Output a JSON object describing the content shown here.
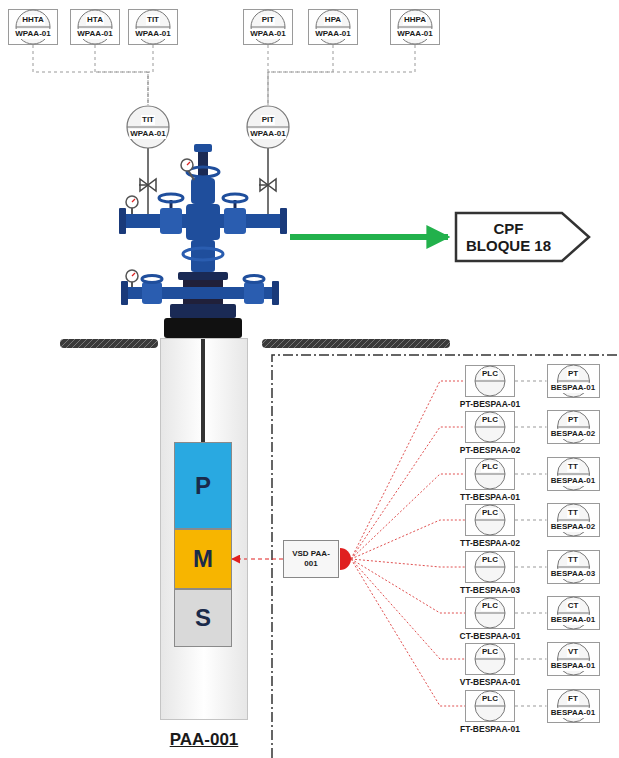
{
  "diagram": {
    "nodes": [
      {
        "text": [
          "HHTA",
          "WPAA-01"
        ]
      },
      {
        "text": [
          "HTA",
          "WPAA-01"
        ]
      },
      {
        "text": [
          "TIT",
          "WPAA-01"
        ]
      },
      {
        "text": [
          "PIT",
          "WPAA-01"
        ]
      },
      {
        "text": [
          "HPA",
          "WPAA-01"
        ]
      },
      {
        "text": [
          "HHPA",
          "WPAA-01"
        ]
      },
      {
        "text": [
          "TIT",
          "WPAA-01"
        ]
      },
      {
        "text": [
          "PIT",
          "WPAA-01"
        ]
      },
      {
        "text": [
          "CPF BLOQUE 18"
        ]
      },
      {
        "text": [
          "PAA-001"
        ]
      },
      {
        "text": [
          "P"
        ],
        "in": 9
      },
      {
        "text": [
          "M"
        ],
        "in": 9
      },
      {
        "text": [
          "S"
        ],
        "in": 9
      },
      {
        "text": [
          "VSD PAA-001"
        ]
      },
      {
        "text": [
          "PLC",
          "PT-BESPAA-01"
        ]
      },
      {
        "text": [
          "PT",
          "BESPAA-01"
        ]
      },
      {
        "text": [
          "PLC",
          "PT-BESPAA-02"
        ]
      },
      {
        "text": [
          "PT",
          "BESPAA-02"
        ]
      },
      {
        "text": [
          "PLC",
          "TT-BESPAA-01"
        ]
      },
      {
        "text": [
          "TT",
          "BESPAA-01"
        ]
      },
      {
        "text": [
          "PLC",
          "TT-BESPAA-02"
        ]
      },
      {
        "text": [
          "TT",
          "BESPAA-02"
        ]
      },
      {
        "text": [
          "PLC",
          "TT-BESPAA-03"
        ]
      },
      {
        "text": [
          "TT",
          "BESPAA-03"
        ]
      },
      {
        "text": [
          "PLC",
          "CT-BESPAA-01"
        ]
      },
      {
        "text": [
          "CT",
          "BESPAA-01"
        ]
      },
      {
        "text": [
          "PLC",
          "VT-BESPAA-01"
        ]
      },
      {
        "text": [
          "VT",
          "BESPAA-01"
        ]
      },
      {
        "text": [
          "PLC",
          "FT-BESPAA-01"
        ]
      },
      {
        "text": [
          "FT",
          "BESPAA-01"
        ]
      }
    ],
    "edges": [
      {
        "from": 0,
        "to": 6,
        "arrow": "none"
      },
      {
        "from": 1,
        "to": 6,
        "arrow": "none"
      },
      {
        "from": 2,
        "to": 6,
        "arrow": "none"
      },
      {
        "from": 3,
        "to": 7,
        "arrow": "none"
      },
      {
        "from": 4,
        "to": 7,
        "arrow": "none"
      },
      {
        "from": 5,
        "to": 7,
        "arrow": "none"
      },
      {
        "from": 13,
        "to": 11,
        "arrow": "to"
      },
      {
        "from": 13,
        "to": 14,
        "arrow": "none"
      },
      {
        "from": 13,
        "to": 16,
        "arrow": "none"
      },
      {
        "from": 13,
        "to": 18,
        "arrow": "none"
      },
      {
        "from": 13,
        "to": 20,
        "arrow": "none"
      },
      {
        "from": 13,
        "to": 22,
        "arrow": "none"
      },
      {
        "from": 13,
        "to": 24,
        "arrow": "none"
      },
      {
        "from": 13,
        "to": 26,
        "arrow": "none"
      },
      {
        "from": 13,
        "to": 28,
        "arrow": "none"
      },
      {
        "from": 14,
        "to": 15,
        "arrow": "none"
      },
      {
        "from": 16,
        "to": 17,
        "arrow": "none"
      },
      {
        "from": 18,
        "to": 19,
        "arrow": "none"
      },
      {
        "from": 20,
        "to": 21,
        "arrow": "none"
      },
      {
        "from": 22,
        "to": 23,
        "arrow": "none"
      },
      {
        "from": 24,
        "to": 25,
        "arrow": "none"
      },
      {
        "from": 26,
        "to": 27,
        "arrow": "none"
      },
      {
        "from": 28,
        "to": 29,
        "arrow": "none"
      }
    ]
  }
}
